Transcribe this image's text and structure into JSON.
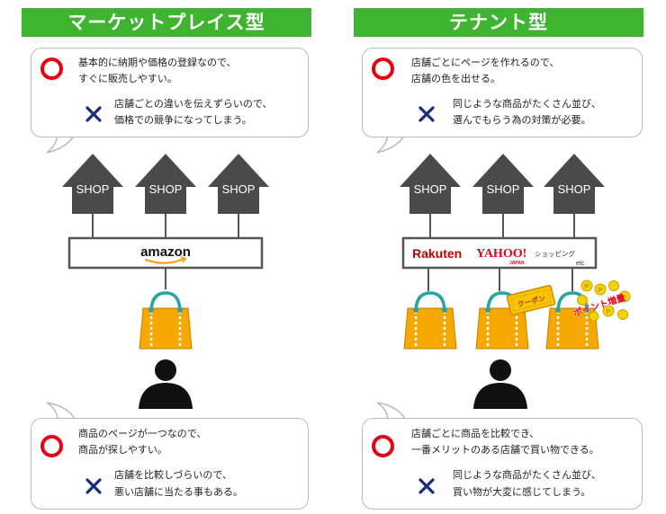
{
  "colors": {
    "header": "#3fb431",
    "circle": "#e60012",
    "cross": "#1a2a7c",
    "shop": "#4a4a4a",
    "bag": "#f5a800",
    "bubble_border": "#b9b9b9"
  },
  "left": {
    "title": "マーケットプレイス型",
    "top": {
      "good": [
        "基本的に納期や価格の登録なので、",
        "すぐに販売しやすい。"
      ],
      "bad": [
        "店舗ごとの違いを伝えずらいので、",
        "価格での競争になってしまう。"
      ]
    },
    "shops": [
      "SHOP",
      "SHOP",
      "SHOP"
    ],
    "platform": "amazon",
    "bottom": {
      "good": [
        "商品のページが一つなので、",
        "商品が探しやすい。"
      ],
      "bad": [
        "店舗を比較しづらいので、",
        "悪い店舗に当たる事もある。"
      ]
    }
  },
  "right": {
    "title": "テナント型",
    "top": {
      "good": [
        "店舗ごとにページを作れるので、",
        "店舗の色を出せる。"
      ],
      "bad": [
        "同じような商品がたくさん並び、",
        "選んでもらう為の対策が必要。"
      ]
    },
    "shops": [
      "SHOP",
      "SHOP",
      "SHOP"
    ],
    "platform": {
      "rakuten": "Rakuten",
      "yahoo": "YAHOO!",
      "yahoo_japan": "JAPAN",
      "shopping": "ショッピング",
      "etc": "etc"
    },
    "coupon": "クーポン",
    "points": "ポイント増量",
    "bottom": {
      "good": [
        "店舗ごとに商品を比較でき、",
        "一番メリットのある店舗で買い物できる。"
      ],
      "bad": [
        "同じような商品がたくさん並び、",
        "買い物が大変に感じてしまう。"
      ]
    }
  }
}
